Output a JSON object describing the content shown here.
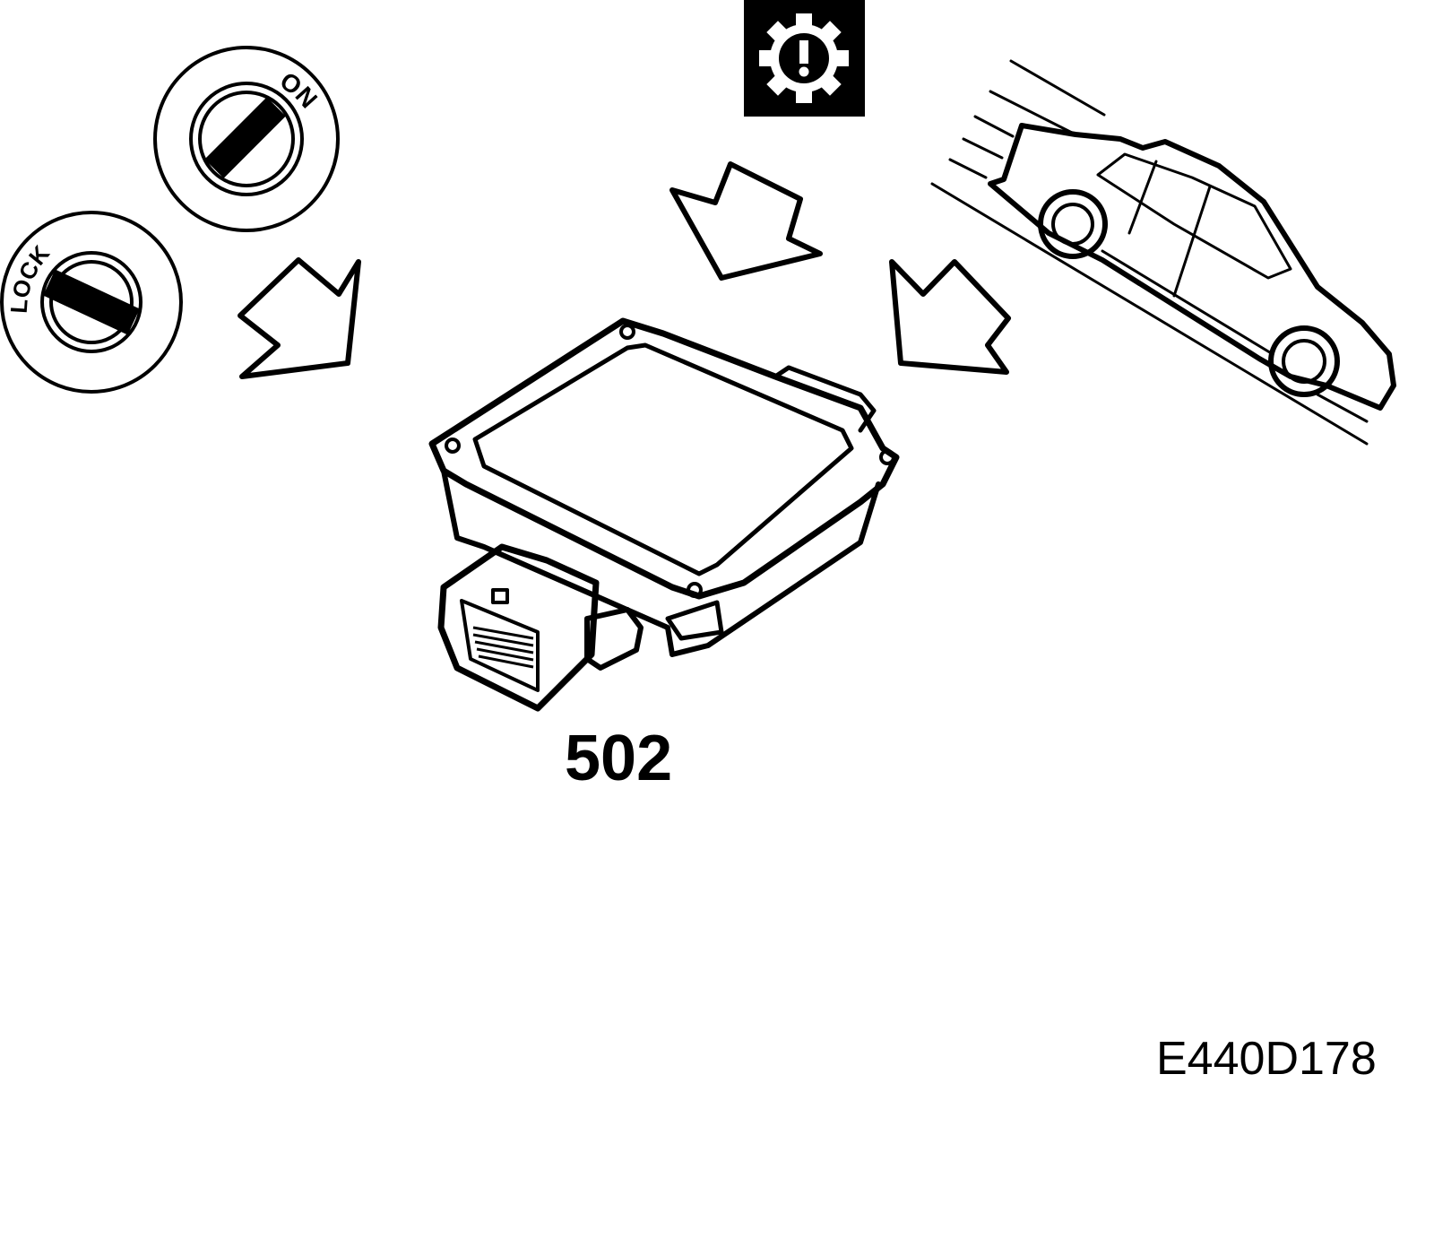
{
  "figure": {
    "part_number": "502",
    "figure_code": "E440D178",
    "ignition_switch_on": {
      "label": "ON"
    },
    "ignition_switch_lock": {
      "label": "LOCK"
    },
    "warning_icon": "gear-exclamation-icon",
    "vehicle_icon": "car-driving-icon",
    "module_icon": "control-module-icon",
    "colors": {
      "ink": "#000000",
      "paper": "#ffffff"
    }
  }
}
